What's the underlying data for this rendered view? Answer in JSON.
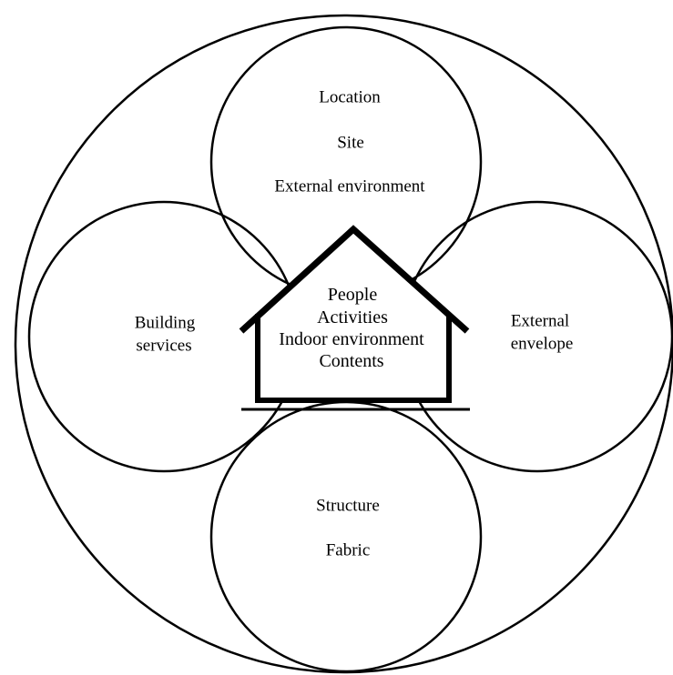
{
  "top_circle": {
    "line1": "Location",
    "line2": "Site",
    "line3": "External environment"
  },
  "left_circle": {
    "line1": "Building",
    "line2": "services"
  },
  "right_circle": {
    "line1": "External",
    "line2": "envelope"
  },
  "bottom_circle": {
    "line1": "Structure",
    "line2": "Fabric"
  },
  "house": {
    "line1": "People",
    "line2": "Activities",
    "line3": "Indoor environment",
    "line4": "Contents"
  }
}
